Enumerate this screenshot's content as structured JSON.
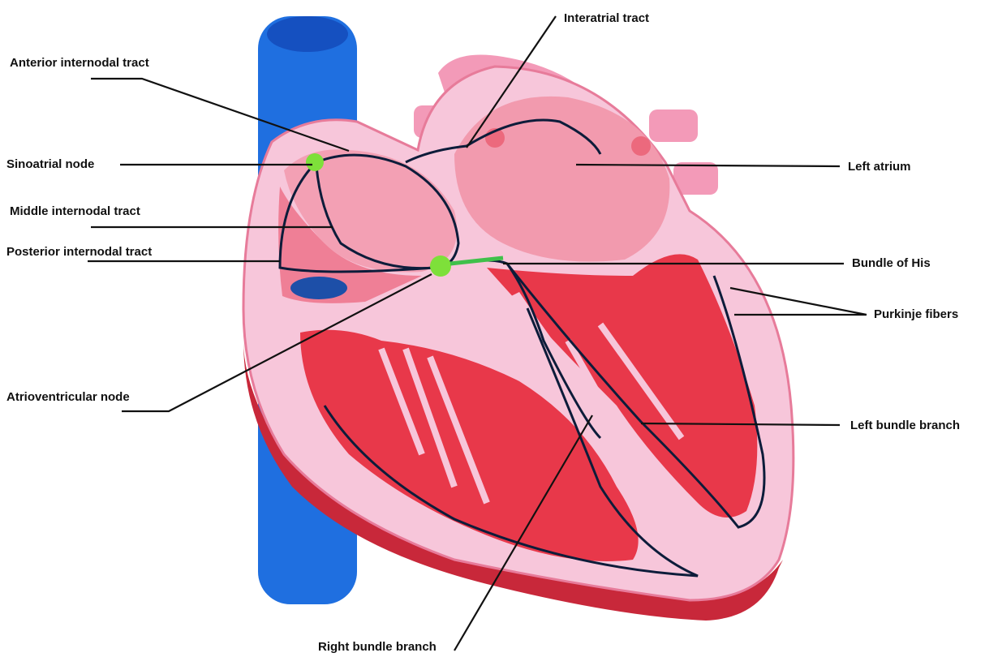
{
  "labels": {
    "interatrial_tract": "Interatrial tract",
    "anterior_internodal_tract": "Anterior internodal tract",
    "sinoatrial_node": "Sinoatrial node",
    "middle_internodal_tract": "Middle internodal tract",
    "posterior_internodal_tract": "Posterior internodal tract",
    "atrioventricular_node": "Atrioventricular node",
    "left_atrium": "Left atrium",
    "bundle_of_his": "Bundle of His",
    "purkinje_fibers": "Purkinje fibers",
    "left_bundle_branch": "Left bundle branch",
    "right_bundle_branch": "Right bundle branch"
  },
  "colors": {
    "vessel_blue": "#1f6fe0",
    "heart_pink": "#f7c6da",
    "chamber_red": "#e8384a",
    "node_green": "#7ee03a",
    "conduction_dark": "#0d1c3a"
  }
}
